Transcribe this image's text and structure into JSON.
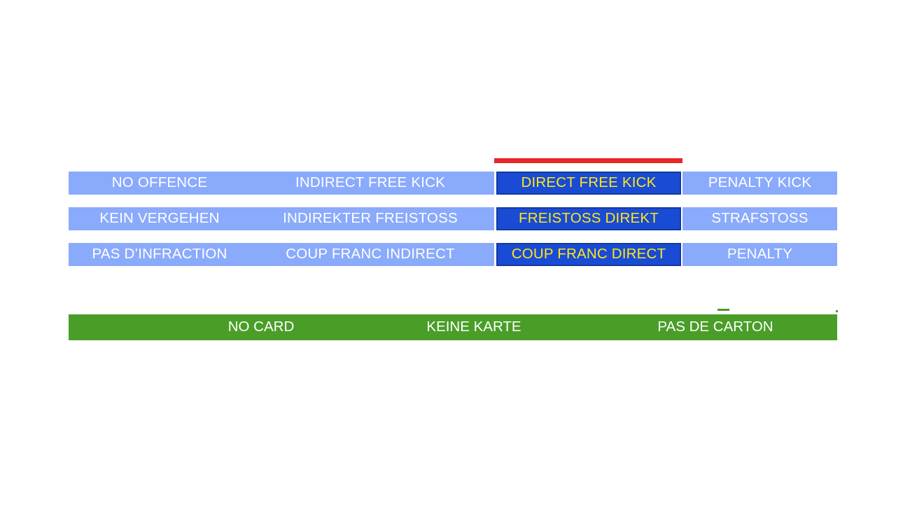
{
  "slide": {
    "colors": {
      "light_blue": "#8AAAFC",
      "dark_blue": "#1A4BD4",
      "dark_blue_border": "#13399F",
      "yellow_text": "#FFE81A",
      "red_marker": "#E8262A",
      "green_bar": "#4A9E28",
      "white_text": "#FFFFFF"
    },
    "matrix": {
      "columns": [
        "no-offence",
        "indirect-free-kick",
        "direct-free-kick",
        "penalty-kick"
      ],
      "highlighted_column": "direct-free-kick",
      "rows": [
        {
          "language": "english",
          "no_offence": "NO OFFENCE",
          "indirect_free_kick": "INDIRECT FREE KICK",
          "direct_free_kick": "DIRECT FREE KICK",
          "penalty_kick": "PENALTY KICK"
        },
        {
          "language": "german",
          "no_offence": "KEIN VERGEHEN",
          "indirect_free_kick": "INDIREKTER FREISTOSS",
          "direct_free_kick": "FREISTOSS DIREKT",
          "penalty_kick": "STRAFSTOSS"
        },
        {
          "language": "french",
          "no_offence": "PAS D’INFRACTION",
          "indirect_free_kick": "COUP FRANC INDIRECT",
          "direct_free_kick": "COUP FRANC DIRECT",
          "penalty_kick": "PENALTY"
        }
      ]
    },
    "card_bar": {
      "english": "NO CARD",
      "german": "KEINE KARTE",
      "french": "PAS DE CARTON"
    }
  }
}
